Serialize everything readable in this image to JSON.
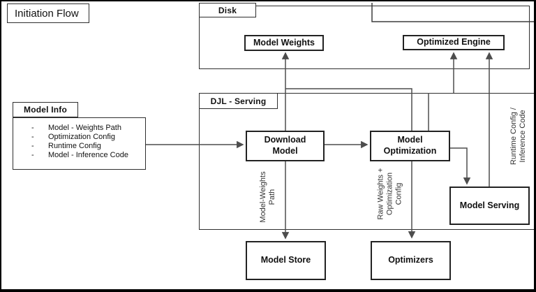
{
  "title": "Initiation Flow",
  "containers": {
    "disk": {
      "label": "Disk"
    },
    "djl": {
      "label": "DJL - Serving"
    }
  },
  "model_info": {
    "label": "Model Info",
    "bullet": "-",
    "items": [
      "Model - Weights Path",
      "Optimization Config",
      "Runtime Config",
      "Model - Inference Code"
    ]
  },
  "nodes": {
    "model_weights": "Model Weights",
    "optimized_engine": "Optimized Engine",
    "download_model": "Download\nModel",
    "model_optimization": "Model\nOptimization",
    "model_serving": "Model Serving",
    "model_store": "Model Store",
    "optimizers": "Optimizers"
  },
  "edge_labels": {
    "model_weights_path": "Model-Weights\nPath",
    "raw_weights_optimization_config": "Raw Weights +\nOptimization\nConfig",
    "runtime_config_inference_code": "Runtime Config /\nInference Code"
  },
  "colors": {
    "connector": "#4d4d4d",
    "box_border": "#222222",
    "background": "#ffffff",
    "text": "#111111"
  }
}
